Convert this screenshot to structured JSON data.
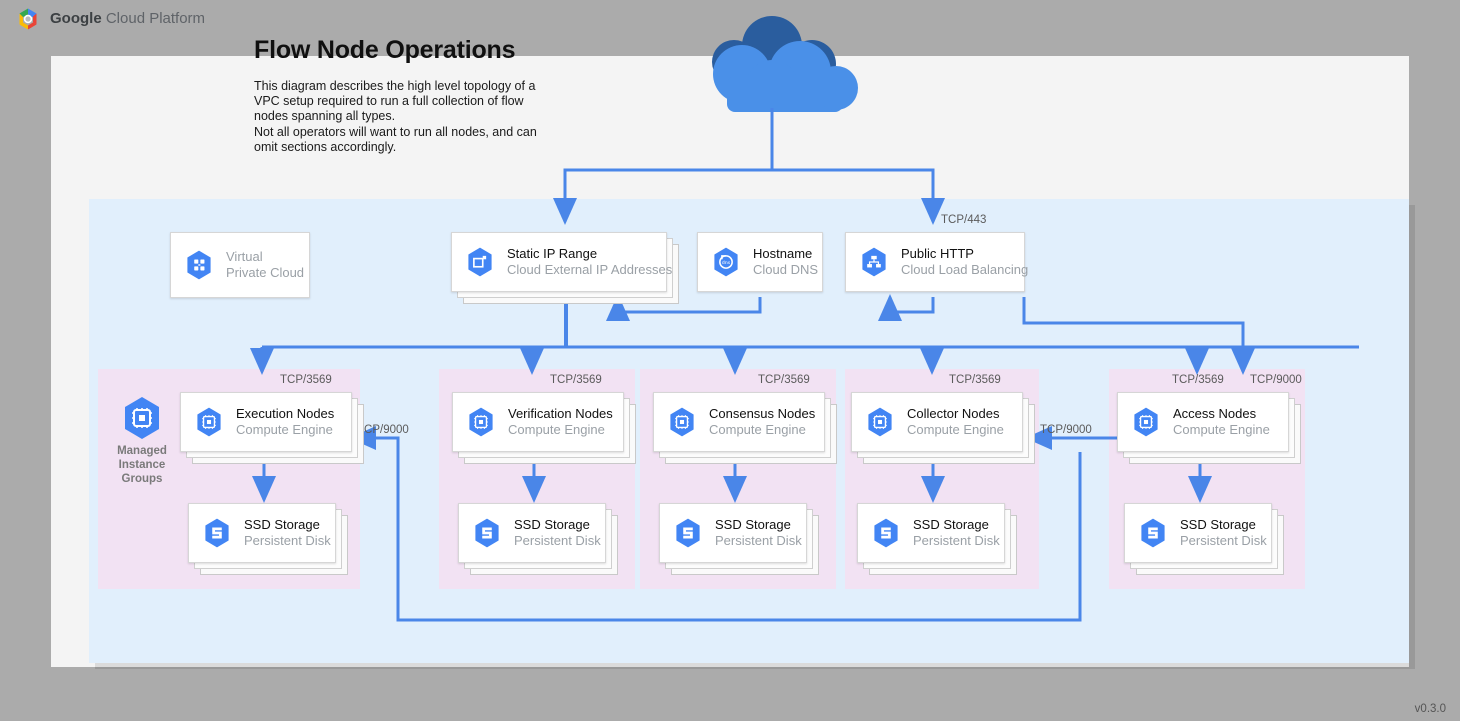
{
  "header": {
    "logo_icon": "google-cloud-platform-logo",
    "brand_bold": "Google",
    "brand_rest": " Cloud Platform"
  },
  "diagram": {
    "title": "Flow Node Operations",
    "description": "This diagram describes the high level topology of a VPC setup required to run a full collection of flow nodes spanning all types.\nNot all operators will want to run all nodes, and can omit sections accordingly.",
    "internet_cloud_icon": "cloud-icon"
  },
  "version": "v0.3.0",
  "colors": {
    "page_background": "#ababab",
    "canvas": "#f4f4f4",
    "vpc_region": "#e1effc",
    "instance_group": "#f2e2f3",
    "connector": "#4a86e8",
    "gcp_icon_blue": "#4285f4",
    "cloud_front": "#4a90e8",
    "cloud_back": "#2a5d9e"
  },
  "top_row": [
    {
      "id": "virtual-private-cloud",
      "title": "Virtual",
      "subtitle": "Private Cloud",
      "icon": "virtual-private-cloud-icon",
      "muted": true,
      "stacked": false
    },
    {
      "id": "static-ip-range",
      "title": "Static IP Range",
      "subtitle": "Cloud External IP Addresses",
      "icon": "external-ip-address-icon",
      "muted": false,
      "stacked": true
    },
    {
      "id": "hostname",
      "title": "Hostname",
      "subtitle": "Cloud DNS",
      "icon": "cloud-dns-icon",
      "muted": false,
      "stacked": false
    },
    {
      "id": "public-http",
      "title": "Public HTTP",
      "subtitle": "Cloud Load Balancing",
      "icon": "cloud-load-balancing-icon",
      "muted": false,
      "stacked": false
    }
  ],
  "managed_instance_groups": {
    "label": "Managed\nInstance\nGroups",
    "icon": "compute-engine-icon"
  },
  "node_groups": [
    {
      "id": "execution",
      "node": {
        "title": "Execution Nodes",
        "subtitle": "Compute Engine",
        "icon": "compute-engine-icon"
      },
      "storage": {
        "title": "SSD Storage",
        "subtitle": "Persistent Disk",
        "icon": "persistent-disk-icon"
      },
      "inbound_port": "TCP/3569"
    },
    {
      "id": "verification",
      "node": {
        "title": "Verification Nodes",
        "subtitle": "Compute Engine",
        "icon": "compute-engine-icon"
      },
      "storage": {
        "title": "SSD Storage",
        "subtitle": "Persistent Disk",
        "icon": "persistent-disk-icon"
      },
      "inbound_port": "TCP/3569"
    },
    {
      "id": "consensus",
      "node": {
        "title": "Consensus Nodes",
        "subtitle": "Compute Engine",
        "icon": "compute-engine-icon"
      },
      "storage": {
        "title": "SSD Storage",
        "subtitle": "Persistent Disk",
        "icon": "persistent-disk-icon"
      },
      "inbound_port": "TCP/3569"
    },
    {
      "id": "collector",
      "node": {
        "title": "Collector Nodes",
        "subtitle": "Compute Engine",
        "icon": "compute-engine-icon"
      },
      "storage": {
        "title": "SSD Storage",
        "subtitle": "Persistent Disk",
        "icon": "persistent-disk-icon"
      },
      "inbound_port": "TCP/3569"
    },
    {
      "id": "access",
      "node": {
        "title": "Access Nodes",
        "subtitle": "Compute Engine",
        "icon": "compute-engine-icon"
      },
      "storage": {
        "title": "SSD Storage",
        "subtitle": "Persistent Disk",
        "icon": "persistent-disk-icon"
      },
      "inbound_port": "TCP/3569",
      "inbound_port_2": "TCP/9000"
    }
  ],
  "edge_labels": {
    "lb_https": "TCP/443",
    "access_to_collector": "TCP/9000",
    "access_to_execution": "TCP/9000",
    "lb_to_access": "TCP/9000"
  }
}
